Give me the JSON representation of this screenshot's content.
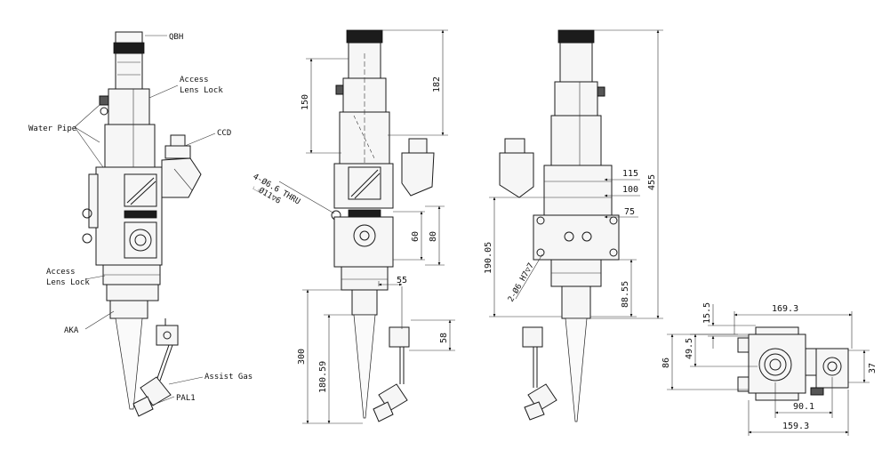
{
  "view_iso": {
    "labels": {
      "qbh": "QBH",
      "access_top_1": "Access",
      "access_top_2": "Lens Lock",
      "water_pipe": "Water Pipe",
      "ccd": "CCD",
      "access_bottom_1": "Access",
      "access_bottom_2": "Lens Lock",
      "aka": "AKA",
      "assist_gas": "Assist Gas",
      "pal1": "PAL1"
    }
  },
  "view_front": {
    "dims": {
      "d150": "150",
      "d182": "182",
      "d60": "60",
      "d80": "80",
      "d55": "55",
      "d58": "58",
      "d300": "300",
      "d18059": "180.59"
    },
    "hole_note_1": "4-Ø6.6 THRU",
    "hole_note_2": "⌴Ø11▽6"
  },
  "view_side": {
    "dims": {
      "d115": "115",
      "d100": "100",
      "d75": "75",
      "d455": "455",
      "d19005": "190.05",
      "d8855": "88.55"
    },
    "thread_note": "2-Ø6 H7▽7"
  },
  "view_bottom": {
    "dims": {
      "d1693": "169.3",
      "d155": "15.5",
      "d495": "49.5",
      "d86": "86",
      "d37": "37",
      "d901": "90.1",
      "d1593": "159.3"
    }
  }
}
